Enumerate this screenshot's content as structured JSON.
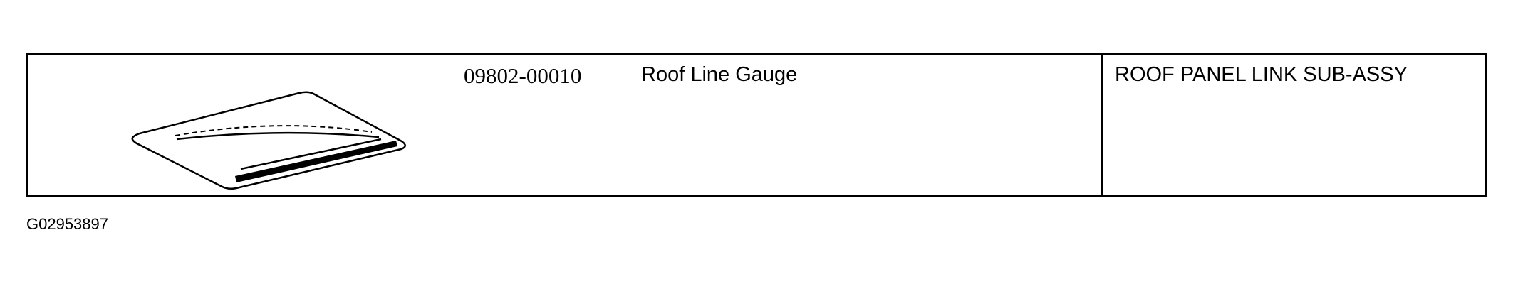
{
  "tool_row": {
    "part_number": "09802-00010",
    "tool_name": "Roof Line Gauge",
    "component": "ROOF PANEL LINK SUB-ASSY",
    "illustration_icon": "roof-line-gauge-icon"
  },
  "figure_code": "G02953897",
  "colors": {
    "ink": "#000000",
    "paper": "#ffffff"
  }
}
